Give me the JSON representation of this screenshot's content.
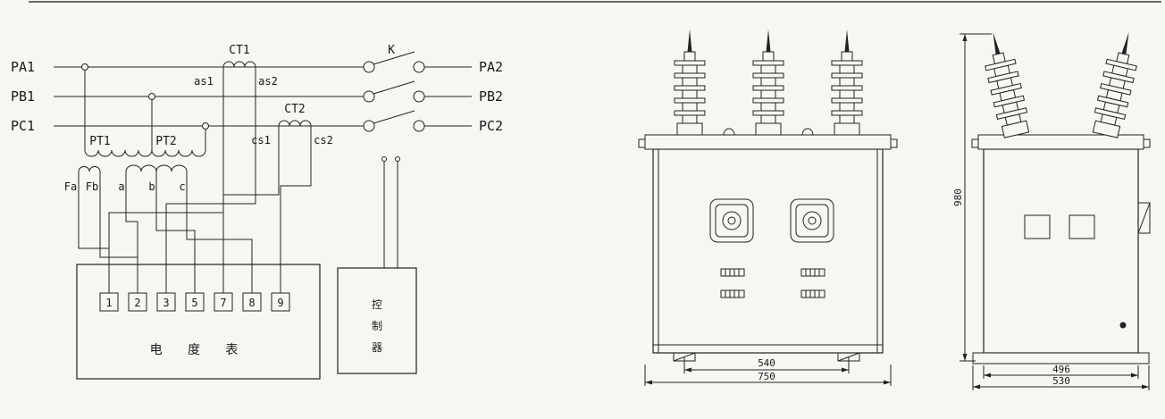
{
  "schematic": {
    "phases_left": [
      "PA1",
      "PB1",
      "PC1"
    ],
    "phases_right": [
      "PA2",
      "PB2",
      "PC2"
    ],
    "ct1": "CT1",
    "ct2": "CT2",
    "k": "K",
    "as1": "as1",
    "as2": "as2",
    "cs1": "cs1",
    "cs2": "cs2",
    "pt1": "PT1",
    "pt2": "PT2",
    "sec": [
      "Fa",
      "Fb",
      "a",
      "b",
      "c"
    ],
    "terminals": [
      "1",
      "2",
      "3",
      "5",
      "7",
      "8",
      "9"
    ],
    "meter": "电 度 表",
    "controller": [
      "控",
      "制",
      "器"
    ]
  },
  "front_view": {
    "dim_feet": "540",
    "dim_overall": "750"
  },
  "side_view": {
    "dim_height": "980",
    "dim_body": "496",
    "dim_base": "530"
  }
}
